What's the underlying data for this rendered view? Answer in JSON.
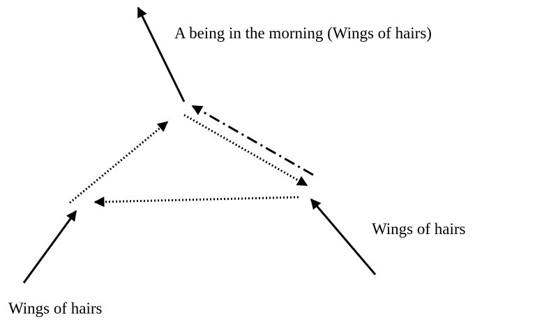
{
  "labels": {
    "top": "A being in the morning (Wings of hairs)",
    "right": "Wings of hairs",
    "bottom_left": "Wings of hairs"
  },
  "colors": {
    "ink": "#000000",
    "background": "#ffffff"
  }
}
